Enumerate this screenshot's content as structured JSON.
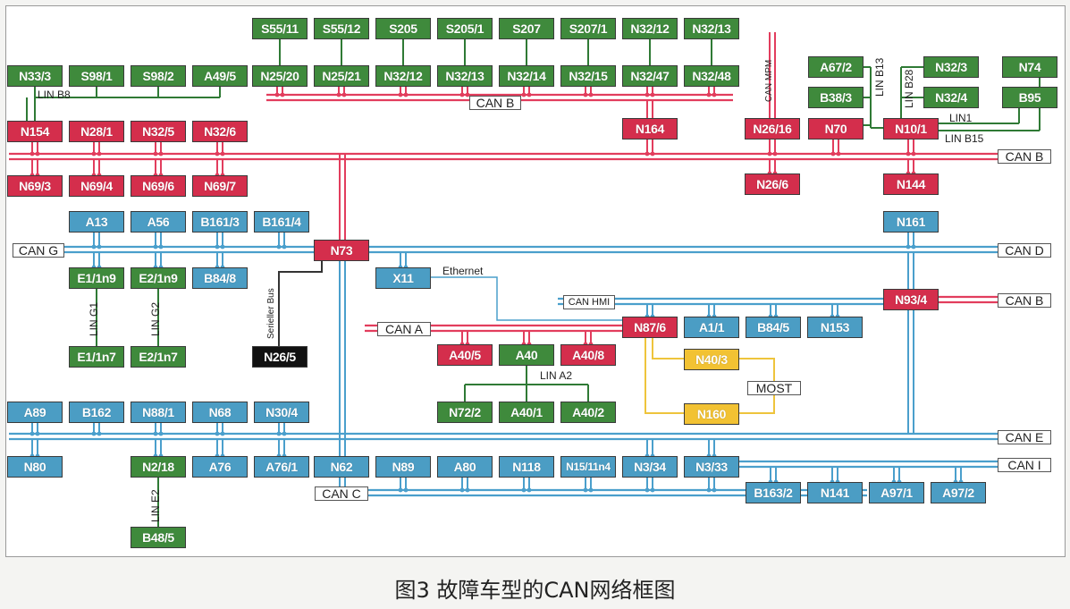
{
  "colors": {
    "green": "#3f8a3c",
    "red": "#d42e4c",
    "blue": "#4b9dc4",
    "yellow": "#f2c233",
    "black": "#111111",
    "wire_red": "#e23d5d",
    "wire_blue": "#4a9fcc",
    "wire_green": "#2f7a35",
    "wire_yellow": "#eec43c",
    "wire_dark": "#333333"
  },
  "caption": "图3 故障车型的CAN网络框图",
  "nodes": [
    {
      "id": "s55_11",
      "label": "S55/11",
      "color": "green"
    },
    {
      "id": "s55_12",
      "label": "S55/12",
      "color": "green"
    },
    {
      "id": "s205",
      "label": "S205",
      "color": "green"
    },
    {
      "id": "s205_1",
      "label": "S205/1",
      "color": "green"
    },
    {
      "id": "s207",
      "label": "S207",
      "color": "green"
    },
    {
      "id": "s207_1",
      "label": "S207/1",
      "color": "green"
    },
    {
      "id": "n32_12_top",
      "label": "N32/12",
      "color": "green"
    },
    {
      "id": "n32_13_top",
      "label": "N32/13",
      "color": "green"
    },
    {
      "id": "n33_3",
      "label": "N33/3",
      "color": "green"
    },
    {
      "id": "s98_1",
      "label": "S98/1",
      "color": "green"
    },
    {
      "id": "s98_2",
      "label": "S98/2",
      "color": "green"
    },
    {
      "id": "a49_5",
      "label": "A49/5",
      "color": "green"
    },
    {
      "id": "n25_20",
      "label": "N25/20",
      "color": "green"
    },
    {
      "id": "n25_21",
      "label": "N25/21",
      "color": "green"
    },
    {
      "id": "n32_12",
      "label": "N32/12",
      "color": "green"
    },
    {
      "id": "n32_13",
      "label": "N32/13",
      "color": "green"
    },
    {
      "id": "n32_14",
      "label": "N32/14",
      "color": "green"
    },
    {
      "id": "n32_15",
      "label": "N32/15",
      "color": "green"
    },
    {
      "id": "n32_47",
      "label": "N32/47",
      "color": "green"
    },
    {
      "id": "n32_48",
      "label": "N32/48",
      "color": "green"
    },
    {
      "id": "a67_2",
      "label": "A67/2",
      "color": "green"
    },
    {
      "id": "b38_3",
      "label": "B38/3",
      "color": "green"
    },
    {
      "id": "n32_3",
      "label": "N32/3",
      "color": "green"
    },
    {
      "id": "n32_4",
      "label": "N32/4",
      "color": "green"
    },
    {
      "id": "n74",
      "label": "N74",
      "color": "green"
    },
    {
      "id": "b95",
      "label": "B95",
      "color": "green"
    },
    {
      "id": "n154",
      "label": "N154",
      "color": "red"
    },
    {
      "id": "n28_1",
      "label": "N28/1",
      "color": "red"
    },
    {
      "id": "n32_5",
      "label": "N32/5",
      "color": "red"
    },
    {
      "id": "n32_6",
      "label": "N32/6",
      "color": "red"
    },
    {
      "id": "n164",
      "label": "N164",
      "color": "red"
    },
    {
      "id": "n26_16",
      "label": "N26/16",
      "color": "red"
    },
    {
      "id": "n70",
      "label": "N70",
      "color": "red"
    },
    {
      "id": "n10_1",
      "label": "N10/1",
      "color": "red"
    },
    {
      "id": "n69_3",
      "label": "N69/3",
      "color": "red"
    },
    {
      "id": "n69_4",
      "label": "N69/4",
      "color": "red"
    },
    {
      "id": "n69_6",
      "label": "N69/6",
      "color": "red"
    },
    {
      "id": "n69_7",
      "label": "N69/7",
      "color": "red"
    },
    {
      "id": "n26_6",
      "label": "N26/6",
      "color": "red"
    },
    {
      "id": "n144",
      "label": "N144",
      "color": "red"
    },
    {
      "id": "a13",
      "label": "A13",
      "color": "blue"
    },
    {
      "id": "a56",
      "label": "A56",
      "color": "blue"
    },
    {
      "id": "b161_3",
      "label": "B161/3",
      "color": "blue"
    },
    {
      "id": "b161_4",
      "label": "B161/4",
      "color": "blue"
    },
    {
      "id": "n161",
      "label": "N161",
      "color": "blue"
    },
    {
      "id": "n73",
      "label": "N73",
      "color": "red"
    },
    {
      "id": "e1_1n9",
      "label": "E1/1n9",
      "color": "green"
    },
    {
      "id": "e2_1n9",
      "label": "E2/1n9",
      "color": "green"
    },
    {
      "id": "b84_8",
      "label": "B84/8",
      "color": "blue"
    },
    {
      "id": "x11",
      "label": "X11",
      "color": "blue"
    },
    {
      "id": "n93_4",
      "label": "N93/4",
      "color": "red"
    },
    {
      "id": "n87_6",
      "label": "N87/6",
      "color": "red"
    },
    {
      "id": "a1_1",
      "label": "A1/1",
      "color": "blue"
    },
    {
      "id": "b84_5",
      "label": "B84/5",
      "color": "blue"
    },
    {
      "id": "n153",
      "label": "N153",
      "color": "blue"
    },
    {
      "id": "a40_5",
      "label": "A40/5",
      "color": "red"
    },
    {
      "id": "a40",
      "label": "A40",
      "color": "green"
    },
    {
      "id": "a40_8",
      "label": "A40/8",
      "color": "red"
    },
    {
      "id": "e1_1n7",
      "label": "E1/1n7",
      "color": "green"
    },
    {
      "id": "e2_1n7",
      "label": "E2/1n7",
      "color": "green"
    },
    {
      "id": "n26_5",
      "label": "N26/5",
      "color": "black"
    },
    {
      "id": "n40_3",
      "label": "N40/3",
      "color": "yellow"
    },
    {
      "id": "n72_2",
      "label": "N72/2",
      "color": "green"
    },
    {
      "id": "a40_1",
      "label": "A40/1",
      "color": "green"
    },
    {
      "id": "a40_2",
      "label": "A40/2",
      "color": "green"
    },
    {
      "id": "n160",
      "label": "N160",
      "color": "yellow"
    },
    {
      "id": "a89",
      "label": "A89",
      "color": "blue"
    },
    {
      "id": "b162",
      "label": "B162",
      "color": "blue"
    },
    {
      "id": "n88_1",
      "label": "N88/1",
      "color": "blue"
    },
    {
      "id": "n68",
      "label": "N68",
      "color": "blue"
    },
    {
      "id": "n30_4",
      "label": "N30/4",
      "color": "blue"
    },
    {
      "id": "n80",
      "label": "N80",
      "color": "blue"
    },
    {
      "id": "n2_18",
      "label": "N2/18",
      "color": "green"
    },
    {
      "id": "a76",
      "label": "A76",
      "color": "blue"
    },
    {
      "id": "a76_1",
      "label": "A76/1",
      "color": "blue"
    },
    {
      "id": "n62",
      "label": "N62",
      "color": "blue"
    },
    {
      "id": "n89",
      "label": "N89",
      "color": "blue"
    },
    {
      "id": "a80",
      "label": "A80",
      "color": "blue"
    },
    {
      "id": "n118",
      "label": "N118",
      "color": "blue"
    },
    {
      "id": "n15_11n4",
      "label": "N15/11n4",
      "color": "blue"
    },
    {
      "id": "n3_34",
      "label": "N3/34",
      "color": "blue"
    },
    {
      "id": "n3_33",
      "label": "N3/33",
      "color": "blue"
    },
    {
      "id": "b163_2",
      "label": "B163/2",
      "color": "blue"
    },
    {
      "id": "n141",
      "label": "N141",
      "color": "blue"
    },
    {
      "id": "a97_1",
      "label": "A97/1",
      "color": "blue"
    },
    {
      "id": "a97_2",
      "label": "A97/2",
      "color": "blue"
    },
    {
      "id": "b48_5",
      "label": "B48/5",
      "color": "green"
    }
  ],
  "bus_tags": [
    {
      "id": "can_b_top",
      "label": "CAN B"
    },
    {
      "id": "can_b_right",
      "label": "CAN B"
    },
    {
      "id": "can_g",
      "label": "CAN G"
    },
    {
      "id": "can_d",
      "label": "CAN D"
    },
    {
      "id": "can_b_mid",
      "label": "CAN B"
    },
    {
      "id": "can_hmi",
      "label": "CAN HMI"
    },
    {
      "id": "can_a",
      "label": "CAN A"
    },
    {
      "id": "most",
      "label": "MOST"
    },
    {
      "id": "can_e",
      "label": "CAN E"
    },
    {
      "id": "can_i",
      "label": "CAN I"
    },
    {
      "id": "can_c",
      "label": "CAN C"
    }
  ],
  "lin_labels": [
    {
      "id": "lin_b8",
      "label": "LIN B8"
    },
    {
      "id": "lin1",
      "label": "LIN1"
    },
    {
      "id": "lin_b15",
      "label": "LIN B15"
    },
    {
      "id": "lin_a2",
      "label": "LIN A2"
    },
    {
      "id": "ethernet",
      "label": "Ethernet"
    }
  ],
  "vertical_labels": [
    {
      "id": "can_mpm",
      "label": "CAN MPM"
    },
    {
      "id": "lin_b13",
      "label": "LIN B13"
    },
    {
      "id": "lin_b28",
      "label": "LIN B28"
    },
    {
      "id": "seriell_bus",
      "label": "Serieller Bus"
    },
    {
      "id": "lin_g1",
      "label": "LIN G1"
    },
    {
      "id": "lin_g2",
      "label": "LIN G2"
    },
    {
      "id": "lin_e2",
      "label": "LIN E2"
    }
  ]
}
